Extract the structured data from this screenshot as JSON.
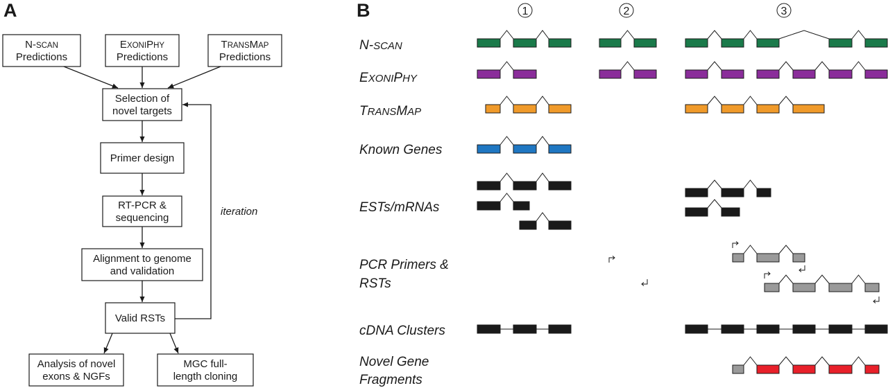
{
  "panelA": {
    "letter": "A",
    "pred_nscan": {
      "l1_first": "N-",
      "l1_sc": "SCAN",
      "l2": "Predictions"
    },
    "pred_exoniphy": {
      "l1_cap1": "E",
      "l1_sc1": "XONI",
      "l1_cap2": "P",
      "l1_sc2": "HY",
      "l2": "Predictions"
    },
    "pred_transmap": {
      "l1_cap1": "T",
      "l1_sc1": "RANS",
      "l1_cap2": "M",
      "l1_sc2": "AP",
      "l2": "Predictions"
    },
    "selection": [
      "Selection of",
      "novel targets"
    ],
    "primer": "Primer design",
    "rtpcr": [
      "RT-PCR &",
      "sequencing"
    ],
    "alignment": [
      "Alignment to genome",
      "and validation"
    ],
    "valid": "Valid RSTs",
    "analysis": [
      "Analysis of novel",
      "exons & NGFs"
    ],
    "mgc": [
      "MGC full-",
      "length cloning"
    ],
    "iteration": "iteration"
  },
  "panelB": {
    "letter": "B",
    "columns": [
      "1",
      "2",
      "3"
    ],
    "lanes": {
      "nscan": {
        "first": "N-",
        "sc": "SCAN"
      },
      "exoniphy": {
        "c1": "E",
        "s1": "XONI",
        "c2": "P",
        "s2": "HY"
      },
      "transmap": {
        "c1": "T",
        "s1": "RANS",
        "c2": "M",
        "s2": "AP"
      },
      "known": "Known Genes",
      "ests": "ESTs/mRNAs",
      "pcr": [
        "PCR Primers &",
        "RSTs"
      ],
      "cdna": "cDNA Clusters",
      "ngf": [
        "Novel Gene",
        "Fragments"
      ]
    },
    "colors": {
      "nscan": "#1a7a4a",
      "exoniphy": "#8a2d9a",
      "transmap": "#f09a2a",
      "known": "#1f77c2",
      "ests": "#1a1a1a",
      "pcr": "#9a9a9a",
      "cdna": "#1a1a1a",
      "ngf": "#e8202a"
    }
  }
}
